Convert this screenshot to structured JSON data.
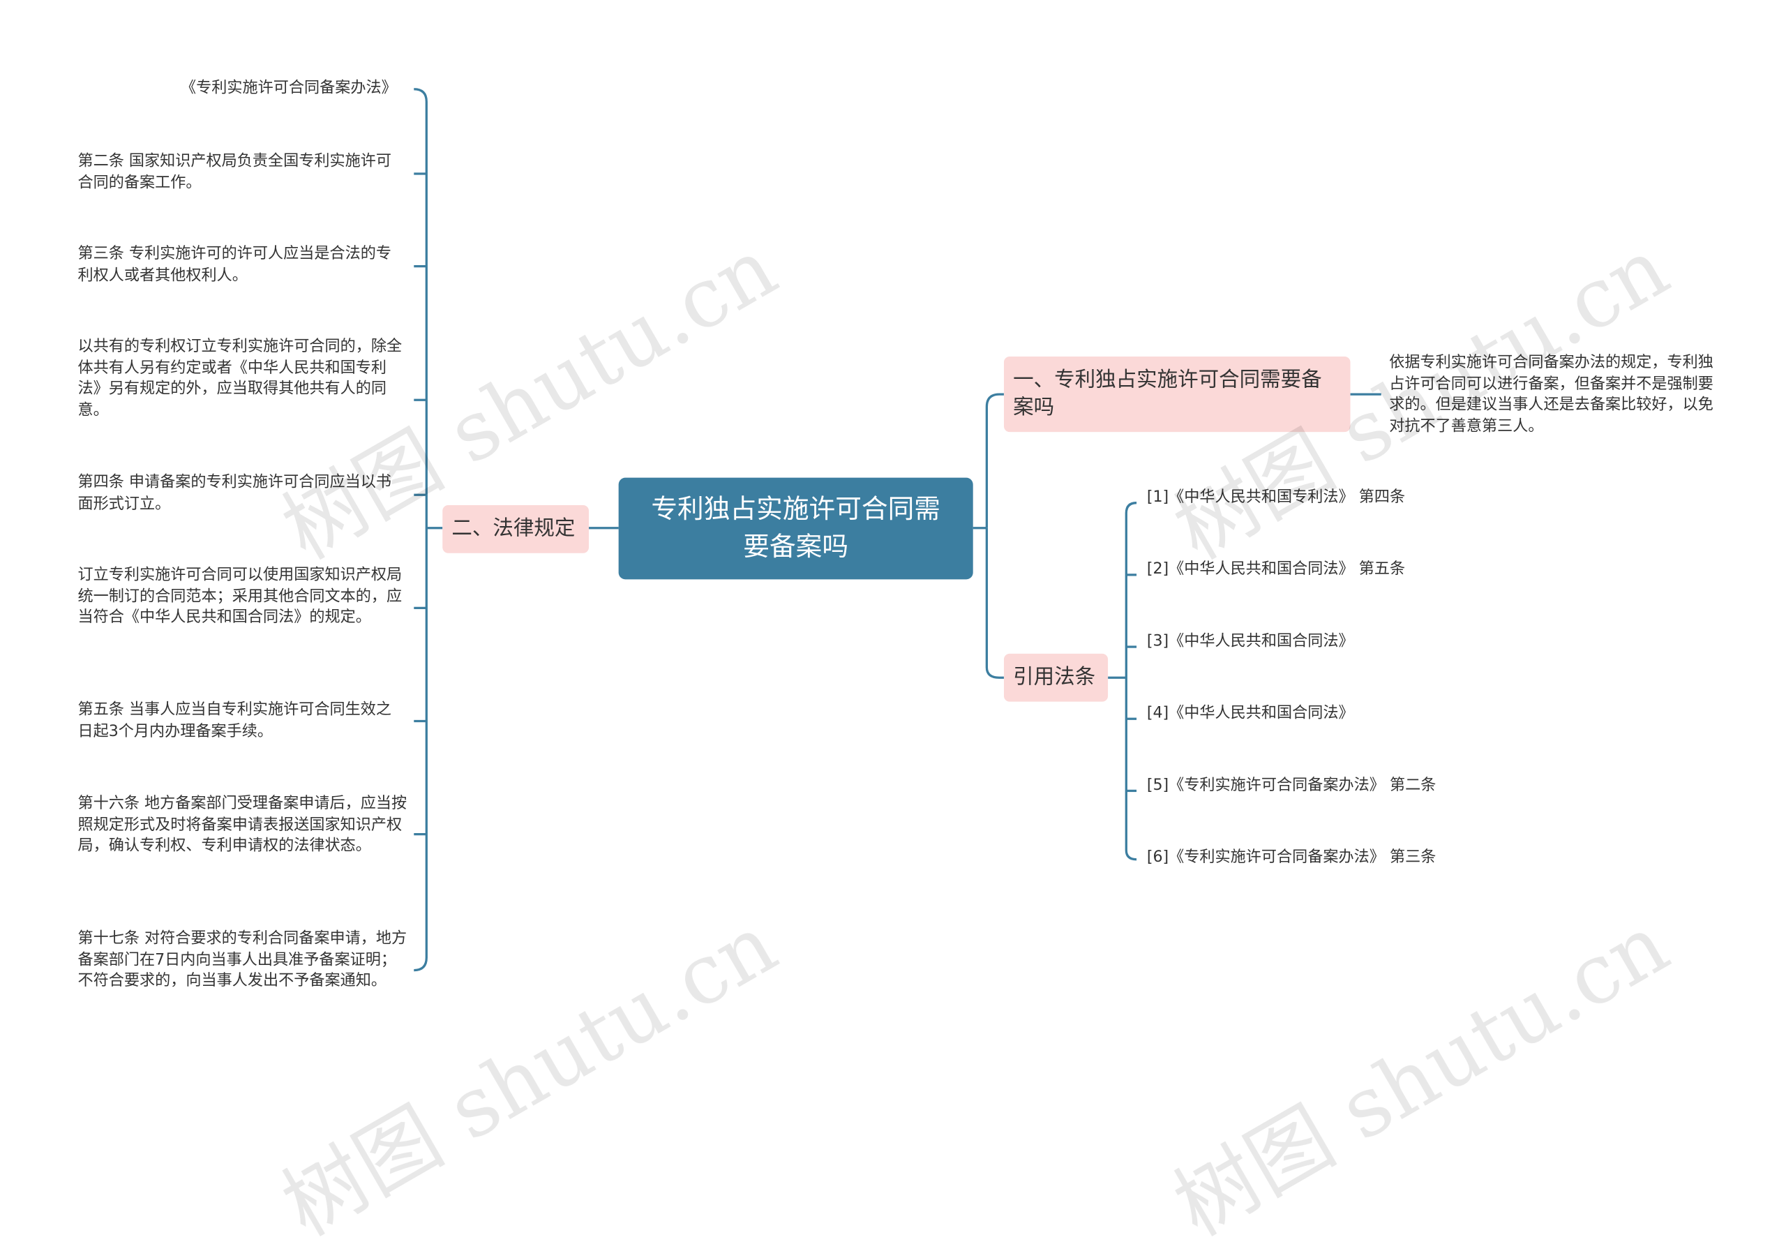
{
  "root": {
    "title": "专利独占实施许可合同需要备案吗"
  },
  "branches": {
    "q1": {
      "label": "一、专利独占实施许可合同需要备案吗",
      "answer": "依据专利实施许可合同备案办法的规定，专利独占许可合同可以进行备案，但备案并不是强制要求的。但是建议当事人还是去备案比较好，以免对抗不了善意第三人。"
    },
    "law": {
      "label": "二、法律规定",
      "items": [
        "《专利实施许可合同备案办法》",
        "第二条 国家知识产权局负责全国专利实施许可合同的备案工作。",
        "第三条 专利实施许可的许可人应当是合法的专利权人或者其他权利人。",
        "以共有的专利权订立专利实施许可合同的，除全体共有人另有约定或者《中华人民共和国专利法》另有规定的外，应当取得其他共有人的同意。",
        "第四条 申请备案的专利实施许可合同应当以书面形式订立。",
        "订立专利实施许可合同可以使用国家知识产权局统一制订的合同范本；采用其他合同文本的，应当符合《中华人民共和国合同法》的规定。",
        "第五条 当事人应当自专利实施许可合同生效之日起3个月内办理备案手续。",
        "第十六条 地方备案部门受理备案申请后，应当按照规定形式及时将备案申请表报送国家知识产权局，确认专利权、专利申请权的法律状态。",
        "第十七条 对符合要求的专利合同备案申请，地方备案部门在7日内向当事人出具准予备案证明；不符合要求的，向当事人发出不予备案通知。"
      ]
    },
    "refs": {
      "label": "引用法条",
      "items": [
        "[1]《中华人民共和国专利法》 第四条",
        "[2]《中华人民共和国合同法》 第五条",
        "[3]《中华人民共和国合同法》",
        "[4]《中华人民共和国合同法》",
        "[5]《专利实施许可合同备案办法》 第二条",
        "[6]《专利实施许可合同备案办法》 第三条"
      ]
    }
  },
  "watermark": "树图 shutu.cn",
  "colors": {
    "root_bg": "#3c7ea0",
    "branch_bg": "#fbd9d8",
    "line": "#3c7ea0",
    "text": "#333333"
  }
}
